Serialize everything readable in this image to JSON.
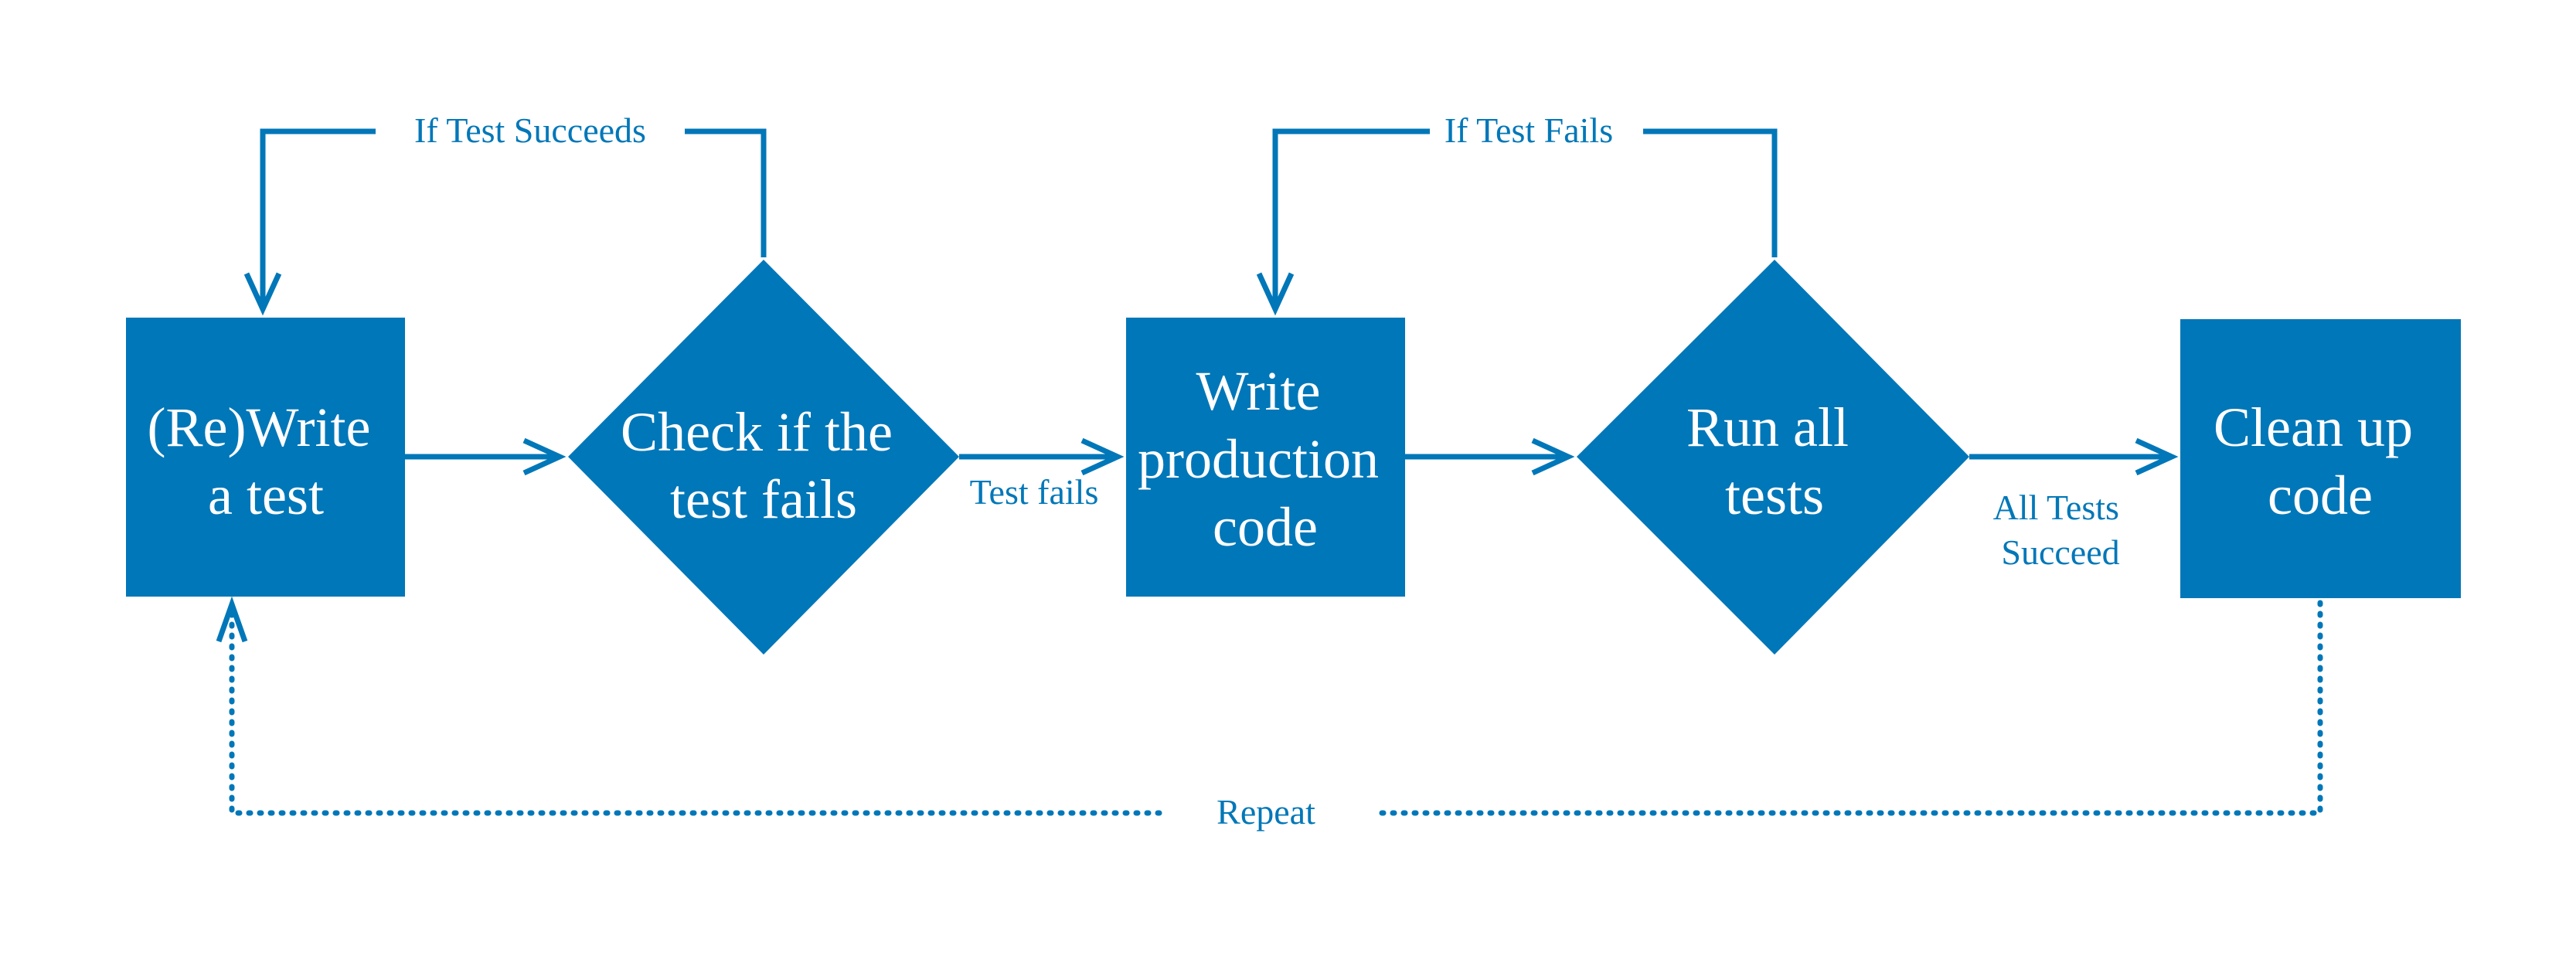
{
  "colors": {
    "accent": "#0077b8",
    "node_text": "#ffffff",
    "background": "#ffffff"
  },
  "nodes": {
    "rewrite_test": [
      "(Re)Write",
      "a test"
    ],
    "check_fails": [
      "Check if the",
      "test fails"
    ],
    "write_code": [
      "Write",
      "production",
      "code"
    ],
    "run_tests": [
      "Run all",
      "tests"
    ],
    "clean_up": [
      "Clean up",
      "code"
    ]
  },
  "labels": {
    "if_test_succeeds": "If Test Succeeds",
    "if_test_fails": "If Test Fails",
    "test_fails": "Test fails",
    "all_tests_succeed": [
      "All Tests",
      "Succeed"
    ],
    "repeat": "Repeat"
  }
}
